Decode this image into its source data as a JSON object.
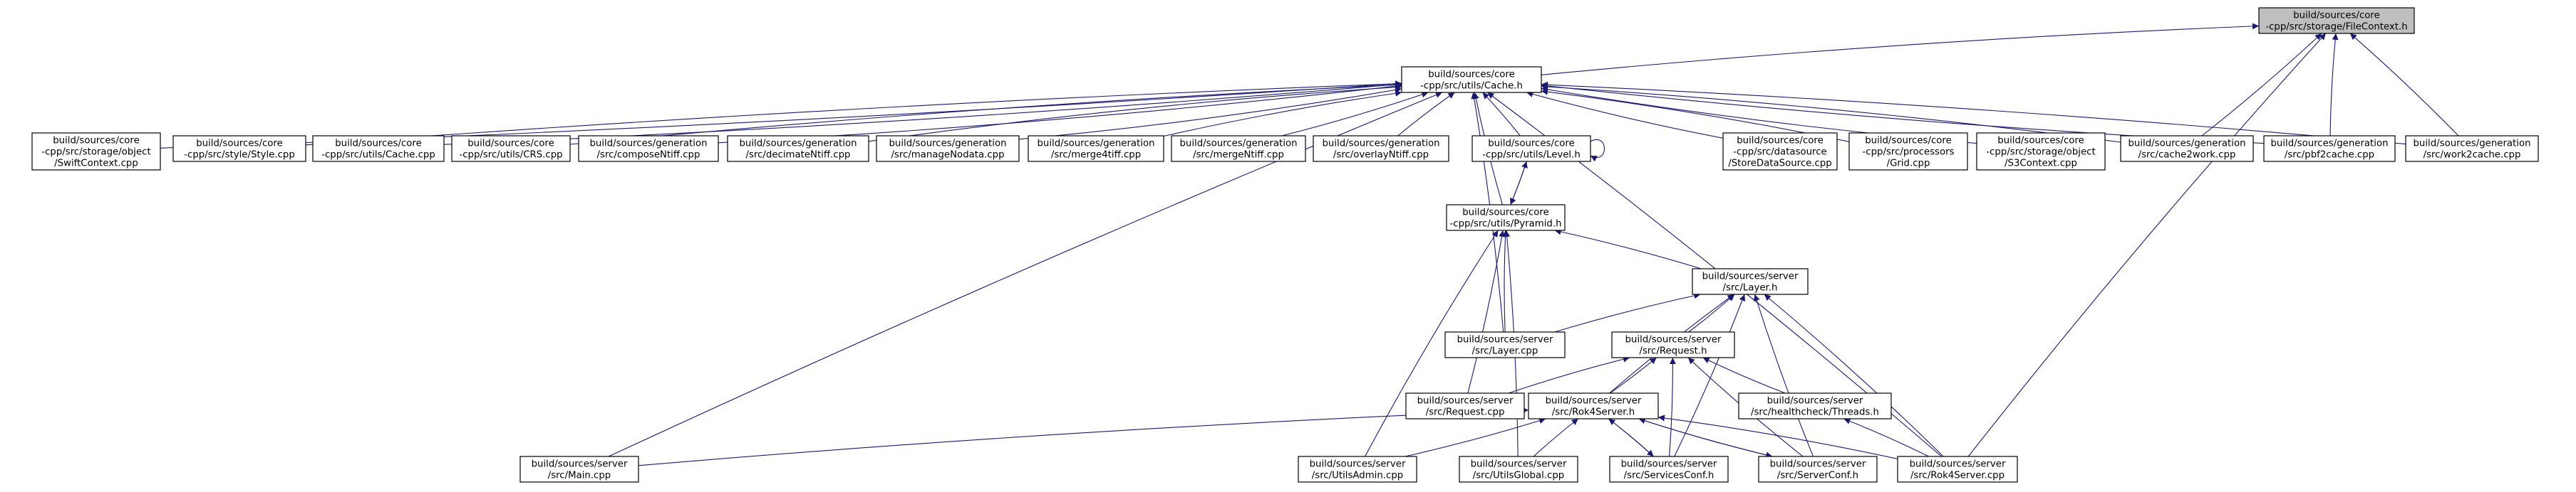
{
  "diagram": {
    "type": "include-dependency-graph",
    "colors": {
      "edge": "#191970",
      "node_fill": "#ffffff",
      "focus_fill": "#bfbfbf",
      "node_stroke": "#000000"
    },
    "nodes": [
      {
        "id": "filecontext",
        "lines": [
          "build/sources/core",
          "-cpp/src/storage/FileContext.h"
        ],
        "focus": true
      },
      {
        "id": "cache_h",
        "lines": [
          "build/sources/core",
          "-cpp/src/utils/Cache.h"
        ]
      },
      {
        "id": "swiftcontext",
        "lines": [
          "build/sources/core",
          "-cpp/src/storage/object",
          "/SwiftContext.cpp"
        ]
      },
      {
        "id": "style_cpp",
        "lines": [
          "build/sources/core",
          "-cpp/src/style/Style.cpp"
        ]
      },
      {
        "id": "cache_cpp",
        "lines": [
          "build/sources/core",
          "-cpp/src/utils/Cache.cpp"
        ]
      },
      {
        "id": "crs_cpp",
        "lines": [
          "build/sources/core",
          "-cpp/src/utils/CRS.cpp"
        ]
      },
      {
        "id": "composentiff",
        "lines": [
          "build/sources/generation",
          "/src/composeNtiff.cpp"
        ]
      },
      {
        "id": "decimatentiff",
        "lines": [
          "build/sources/generation",
          "/src/decimateNtiff.cpp"
        ]
      },
      {
        "id": "managenodata",
        "lines": [
          "build/sources/generation",
          "/src/manageNodata.cpp"
        ]
      },
      {
        "id": "merge4tiff",
        "lines": [
          "build/sources/generation",
          "/src/merge4tiff.cpp"
        ]
      },
      {
        "id": "mergentiff",
        "lines": [
          "build/sources/generation",
          "/src/mergeNtiff.cpp"
        ]
      },
      {
        "id": "overlayntiff",
        "lines": [
          "build/sources/generation",
          "/src/overlayNtiff.cpp"
        ]
      },
      {
        "id": "level_h",
        "lines": [
          "build/sources/core",
          "-cpp/src/utils/Level.h"
        ]
      },
      {
        "id": "storedatasource",
        "lines": [
          "build/sources/core",
          "-cpp/src/datasource",
          "/StoreDataSource.cpp"
        ]
      },
      {
        "id": "grid_cpp",
        "lines": [
          "build/sources/core",
          "-cpp/src/processors",
          "/Grid.cpp"
        ]
      },
      {
        "id": "s3context",
        "lines": [
          "build/sources/core",
          "-cpp/src/storage/object",
          "/S3Context.cpp"
        ]
      },
      {
        "id": "cache2work",
        "lines": [
          "build/sources/generation",
          "/src/cache2work.cpp"
        ]
      },
      {
        "id": "pbf2cache",
        "lines": [
          "build/sources/generation",
          "/src/pbf2cache.cpp"
        ]
      },
      {
        "id": "work2cache",
        "lines": [
          "build/sources/generation",
          "/src/work2cache.cpp"
        ]
      },
      {
        "id": "pyramid_h",
        "lines": [
          "build/sources/core",
          "-cpp/src/utils/Pyramid.h"
        ]
      },
      {
        "id": "layer_h",
        "lines": [
          "build/sources/server",
          "/src/Layer.h"
        ]
      },
      {
        "id": "layer_cpp",
        "lines": [
          "build/sources/server",
          "/src/Layer.cpp"
        ]
      },
      {
        "id": "request_h",
        "lines": [
          "build/sources/server",
          "/src/Request.h"
        ]
      },
      {
        "id": "request_cpp",
        "lines": [
          "build/sources/server",
          "/src/Request.cpp"
        ]
      },
      {
        "id": "rok4server_h",
        "lines": [
          "build/sources/server",
          "/src/Rok4Server.h"
        ]
      },
      {
        "id": "threads_h",
        "lines": [
          "build/sources/server",
          "/src/healthcheck/Threads.h"
        ]
      },
      {
        "id": "main_cpp",
        "lines": [
          "build/sources/server",
          "/src/Main.cpp"
        ]
      },
      {
        "id": "utilsadmin",
        "lines": [
          "build/sources/server",
          "/src/UtilsAdmin.cpp"
        ]
      },
      {
        "id": "utilsglobal",
        "lines": [
          "build/sources/server",
          "/src/UtilsGlobal.cpp"
        ]
      },
      {
        "id": "servicesconf",
        "lines": [
          "build/sources/server",
          "/src/ServicesConf.h"
        ]
      },
      {
        "id": "serverconf",
        "lines": [
          "build/sources/server",
          "/src/ServerConf.h"
        ]
      },
      {
        "id": "rok4server_cpp",
        "lines": [
          "build/sources/server",
          "/src/Rok4Server.cpp"
        ]
      }
    ],
    "edges": [
      [
        "filecontext",
        "cache_h"
      ],
      [
        "filecontext",
        "cache2work"
      ],
      [
        "filecontext",
        "pbf2cache"
      ],
      [
        "filecontext",
        "work2cache"
      ],
      [
        "filecontext",
        "rok4server_cpp"
      ],
      [
        "cache_h",
        "swiftcontext"
      ],
      [
        "cache_h",
        "style_cpp"
      ],
      [
        "cache_h",
        "cache_cpp"
      ],
      [
        "cache_h",
        "crs_cpp"
      ],
      [
        "cache_h",
        "composentiff"
      ],
      [
        "cache_h",
        "decimatentiff"
      ],
      [
        "cache_h",
        "managenodata"
      ],
      [
        "cache_h",
        "merge4tiff"
      ],
      [
        "cache_h",
        "mergentiff"
      ],
      [
        "cache_h",
        "overlayntiff"
      ],
      [
        "cache_h",
        "level_h"
      ],
      [
        "cache_h",
        "storedatasource"
      ],
      [
        "cache_h",
        "grid_cpp"
      ],
      [
        "cache_h",
        "s3context"
      ],
      [
        "cache_h",
        "cache2work"
      ],
      [
        "cache_h",
        "pbf2cache"
      ],
      [
        "cache_h",
        "work2cache"
      ],
      [
        "cache_h",
        "pyramid_h"
      ],
      [
        "cache_h",
        "layer_cpp"
      ],
      [
        "cache_h",
        "main_cpp"
      ],
      [
        "cache_h",
        "rok4server_cpp"
      ],
      [
        "level_h",
        "level_h"
      ],
      [
        "level_h",
        "pyramid_h"
      ],
      [
        "pyramid_h",
        "level_h"
      ],
      [
        "pyramid_h",
        "layer_h"
      ],
      [
        "pyramid_h",
        "layer_cpp"
      ],
      [
        "pyramid_h",
        "request_cpp"
      ],
      [
        "pyramid_h",
        "utilsadmin"
      ],
      [
        "pyramid_h",
        "utilsglobal"
      ],
      [
        "layer_h",
        "layer_cpp"
      ],
      [
        "layer_h",
        "request_h"
      ],
      [
        "layer_h",
        "rok4server_h"
      ],
      [
        "layer_h",
        "servicesconf"
      ],
      [
        "layer_h",
        "serverconf"
      ],
      [
        "layer_h",
        "rok4server_cpp"
      ],
      [
        "request_h",
        "request_cpp"
      ],
      [
        "request_h",
        "rok4server_h"
      ],
      [
        "request_h",
        "threads_h"
      ],
      [
        "request_h",
        "servicesconf"
      ],
      [
        "request_h",
        "serverconf"
      ],
      [
        "threads_h",
        "rok4server_cpp"
      ],
      [
        "rok4server_h",
        "main_cpp"
      ],
      [
        "rok4server_h",
        "utilsadmin"
      ],
      [
        "rok4server_h",
        "utilsglobal"
      ],
      [
        "rok4server_h",
        "servicesconf"
      ],
      [
        "rok4server_h",
        "serverconf"
      ],
      [
        "rok4server_h",
        "rok4server_cpp"
      ],
      [
        "servicesconf",
        "rok4server_h"
      ],
      [
        "serverconf",
        "rok4server_h"
      ]
    ]
  }
}
